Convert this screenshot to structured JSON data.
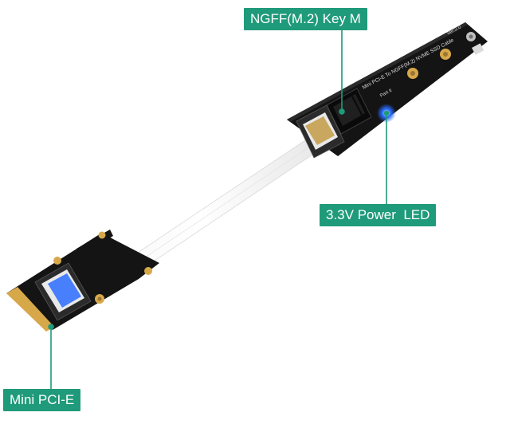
{
  "callouts": {
    "ngff_key_m": "NGFF(M.2) Key M",
    "power_led": "3.3V Power  LED",
    "mini_pcie": "Mini PCI-E"
  },
  "board_silkscreen": {
    "title": "Mini PCI-E To NGFF(M.2) NVME SSD Cable",
    "part": "Part II",
    "version": "Ver:2.0"
  },
  "colors": {
    "callout_bg": "#1f9a7a",
    "callout_text": "#ffffff",
    "pcb": "#141414",
    "gold": "#d7a84a",
    "led": "#2a6cff"
  }
}
